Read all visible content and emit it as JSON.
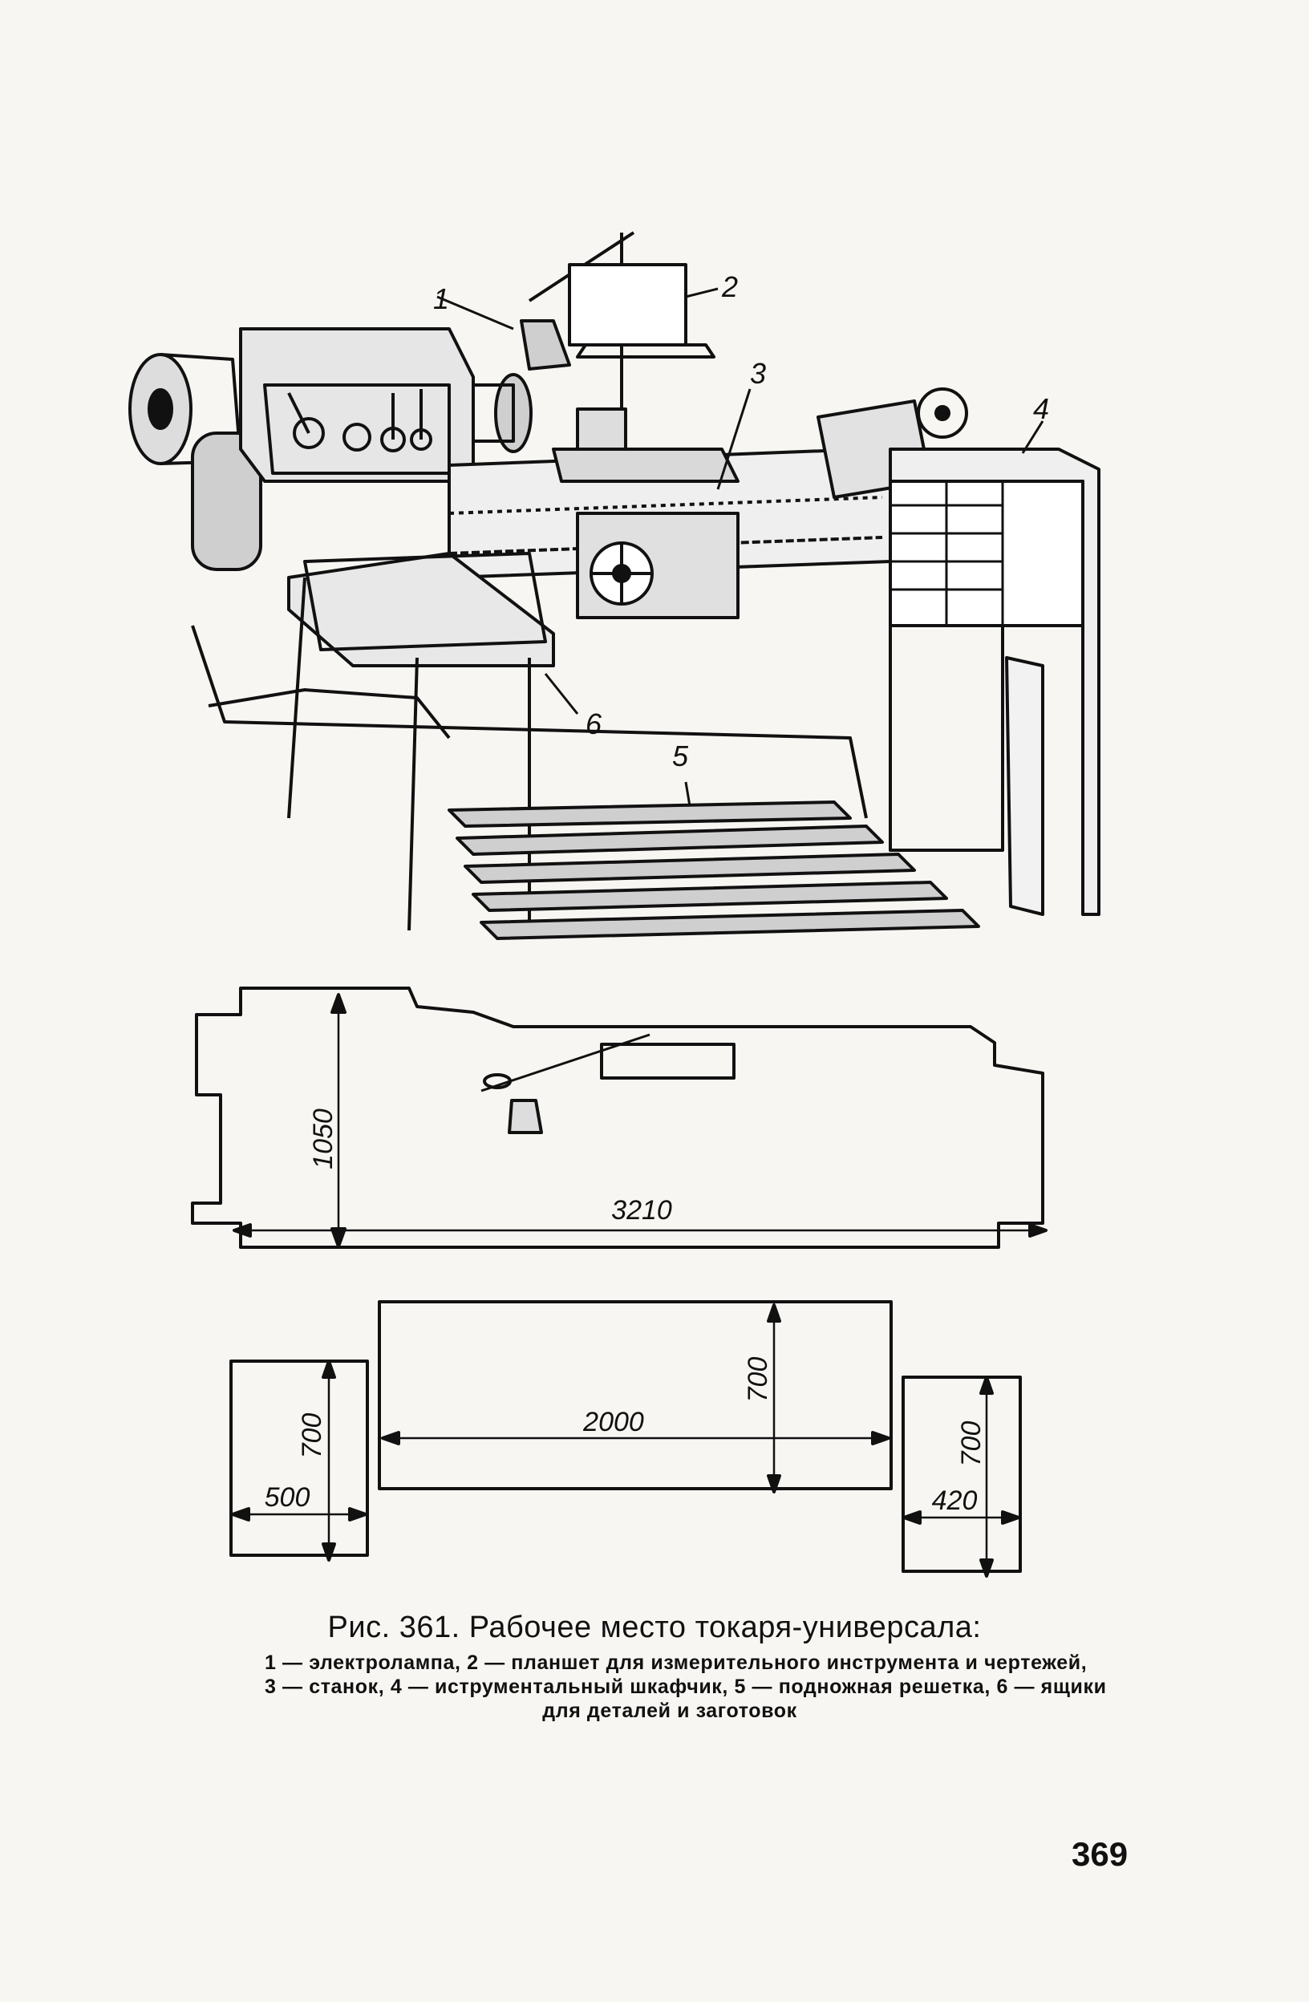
{
  "figure": {
    "callouts": [
      "1",
      "2",
      "3",
      "4",
      "5",
      "6"
    ],
    "dimensions": {
      "machine_depth": "1050",
      "machine_length": "3210",
      "grate_length": "2000",
      "grate_width": "700",
      "left_box_depth": "700",
      "left_box_width": "500",
      "right_box_depth": "700",
      "right_box_width": "420"
    }
  },
  "caption": {
    "title": "Рис. 361. Рабочее место токаря-универсала:",
    "legend_lines": [
      "1 — электролампа, 2 — планшет для измерительного инструмента и чертежей,",
      "3 — станок, 4 — иструментальный шкафчик, 5 — подножная решетка, 6 — ящики",
      "для деталей и заготовок"
    ]
  },
  "page_number": "369"
}
